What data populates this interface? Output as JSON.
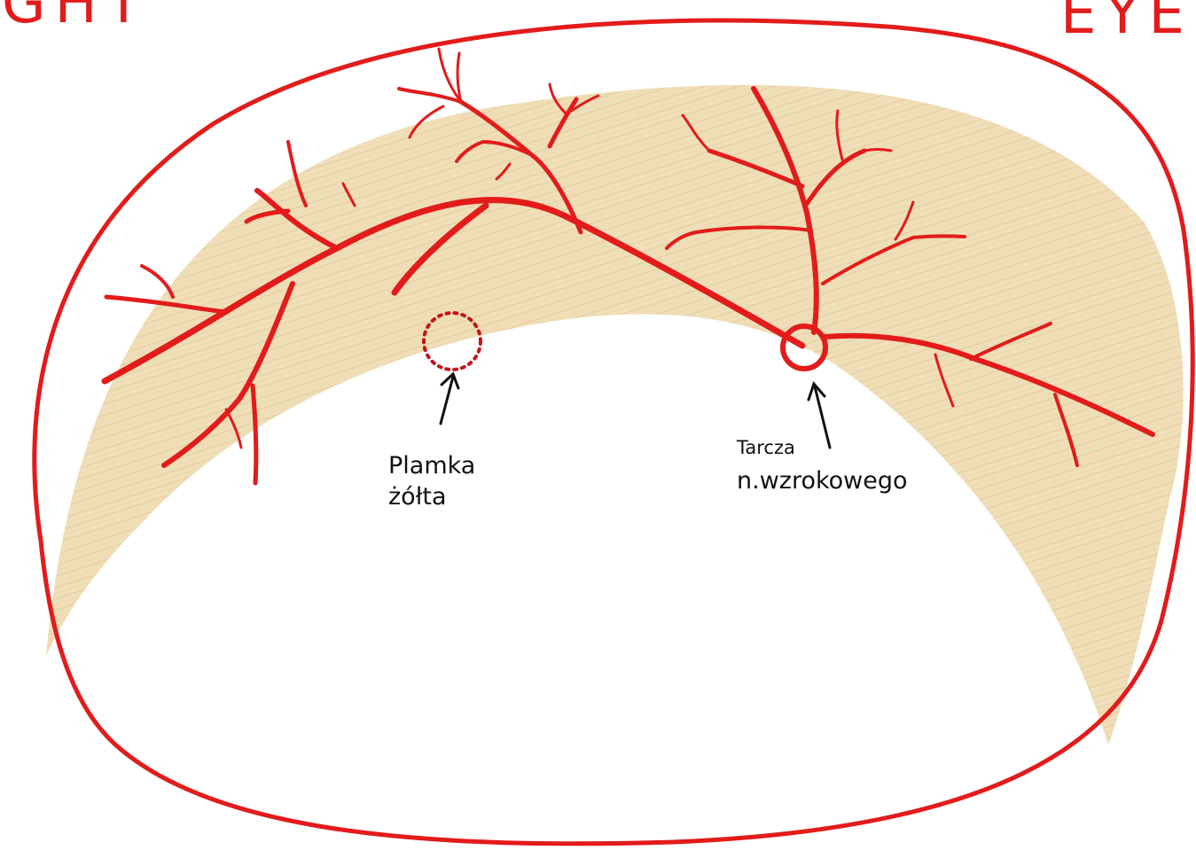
{
  "corner_text": {
    "left": "GHT",
    "right": "EYE"
  },
  "labels": {
    "macula": [
      "Plamka",
      "żółta"
    ],
    "optic_disc": [
      "Tarcza",
      "n.wzrokowego"
    ]
  },
  "colors": {
    "outline": "#e21b1b",
    "vessels": "#e21b1b",
    "retina_fill": "#e9d3a3",
    "text": "#111111"
  }
}
